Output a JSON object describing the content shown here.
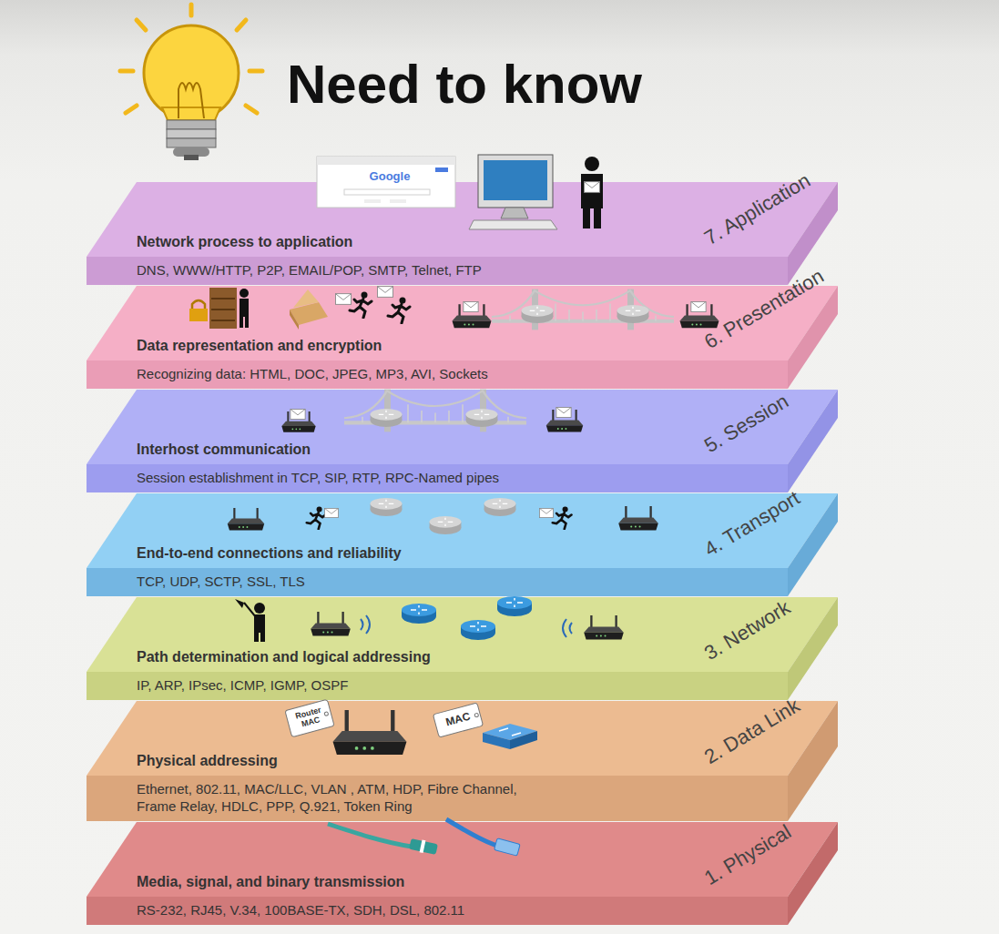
{
  "diagram": {
    "title": "Need to know",
    "nodes": [
      {
        "text": [
          "Network process to application",
          "DNS, WWW/HTTP, P2P, EMAIL/POP, SMTP, Telnet, FTP",
          "7. Application"
        ]
      },
      {
        "text": [
          "Data representation and encryption",
          "Recognizing data: HTML, DOC, JPEG, MP3, AVI, Sockets",
          "6. Presentation"
        ]
      },
      {
        "text": [
          "Interhost communication",
          "Session establishment in TCP, SIP, RTP, RPC-Named pipes",
          "5. Session"
        ]
      },
      {
        "text": [
          "End-to-end connections and reliability",
          "TCP, UDP, SCTP, SSL, TLS",
          "4. Transport"
        ]
      },
      {
        "text": [
          "Path determination and logical addressing",
          "IP, ARP, IPsec, ICMP, IGMP, OSPF",
          "3. Network"
        ]
      },
      {
        "text": [
          "Physical addressing",
          "Ethernet, 802.11, MAC/LLC, VLAN , ATM, HDP, Fibre Channel, Frame Relay, HDLC, PPP, Q.921, Token Ring",
          "2. Data Link"
        ]
      },
      {
        "text": [
          "Media, signal, and binary transmission",
          "RS-232, RJ45, V.34, 100BASE-TX, SDH, DSL, 802.11",
          "1. Physical"
        ]
      }
    ],
    "labels": [
      "Google",
      "Router MAC",
      "MAC"
    ]
  }
}
